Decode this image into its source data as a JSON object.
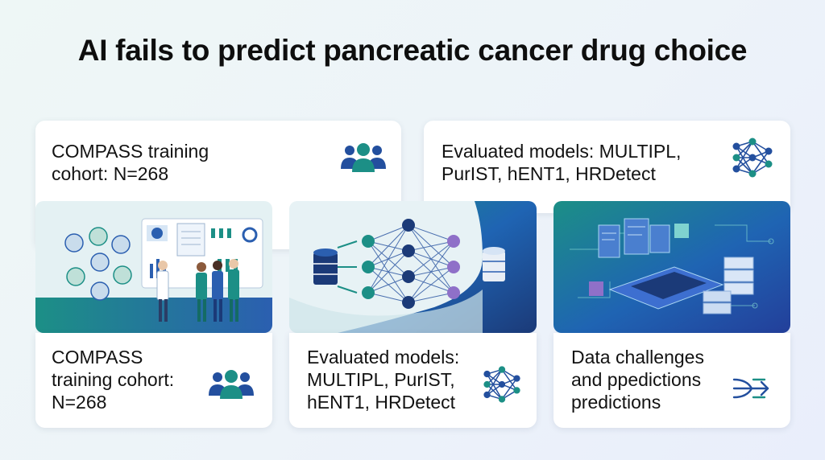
{
  "title": "AI fails to predict pancreatic cancer drug choice",
  "top_cards": [
    {
      "lines": [
        "COMPASS training",
        "cohort: N=268"
      ],
      "icon": "people-group-icon"
    },
    {
      "lines": [
        "Evaluated models: MULTIPL,",
        "PurIST, hENT1, HRDetect"
      ],
      "icon": "neural-network-icon"
    }
  ],
  "bottom_cards": [
    {
      "lines": [
        "COMPASS",
        "training cohort:",
        "N=268"
      ],
      "icon": "people-group-icon"
    },
    {
      "lines": [
        "Evaluated models:",
        "MULTIPL, PurIST,",
        "hENT1, HRDetect"
      ],
      "icon": "neural-network-icon"
    },
    {
      "lines": [
        "Data challenges",
        "and ppedictions",
        "predictions"
      ],
      "icon": "data-flow-arrows-icon"
    }
  ],
  "illustrations": [
    "clinicians-dashboard-illustration",
    "data-neural-network-illustration",
    "server-datacenter-illustration"
  ],
  "colors": {
    "teal": "#1c8f86",
    "blue": "#234f9e",
    "navy": "#1b3a78",
    "purple": "#8f70c8"
  }
}
